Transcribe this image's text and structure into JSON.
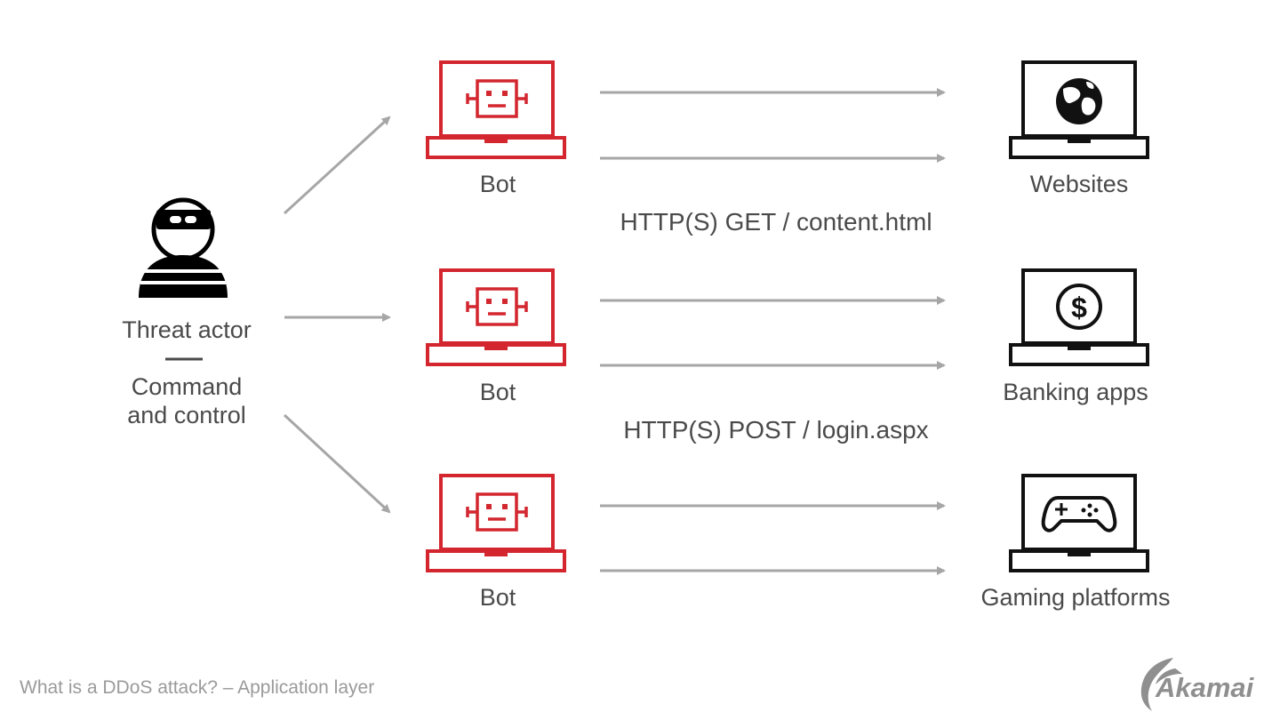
{
  "colors": {
    "bot": "#d3262f",
    "target": "#111111",
    "arrow": "#a6a6a6",
    "text": "#4a4a4a",
    "caption": "#9a9a9a"
  },
  "actor": {
    "icon": "thief-icon",
    "line1": "Threat actor",
    "line2": "Command",
    "line3": "and control"
  },
  "bots": [
    {
      "label": "Bot",
      "icon": "robot-laptop-icon"
    },
    {
      "label": "Bot",
      "icon": "robot-laptop-icon"
    },
    {
      "label": "Bot",
      "icon": "robot-laptop-icon"
    }
  ],
  "targets": [
    {
      "label": "Websites",
      "icon": "globe-laptop-icon"
    },
    {
      "label": "Banking apps",
      "icon": "dollar-laptop-icon"
    },
    {
      "label": "Gaming platforms",
      "icon": "gamepad-laptop-icon"
    }
  ],
  "requests": [
    {
      "label": "HTTP(S) GET / content.html"
    },
    {
      "label": "HTTP(S) POST / login.aspx"
    }
  ],
  "caption": "What is a DDoS attack? – Application layer",
  "logo": "Akamai"
}
